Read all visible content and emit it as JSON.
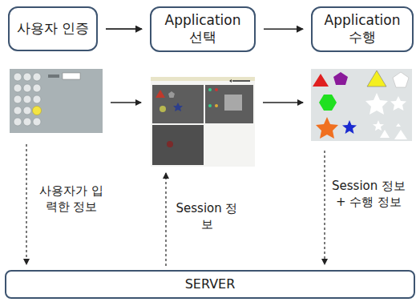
{
  "diagram": {
    "nodes": [
      {
        "text": [
          "사용자 인증"
        ]
      },
      {
        "text": [
          "Application 선택"
        ]
      },
      {
        "text": [
          "Application 수행"
        ]
      },
      {
        "text": [
          "SERVER"
        ]
      }
    ],
    "edges": [
      {
        "from": 0,
        "to": 1,
        "arrow": "to"
      },
      {
        "from": 1,
        "to": 2,
        "arrow": "to"
      }
    ],
    "labels": [
      "사용자가 입력한 정보",
      "Session 정보",
      "Session 정보 + 수행 정보"
    ]
  }
}
